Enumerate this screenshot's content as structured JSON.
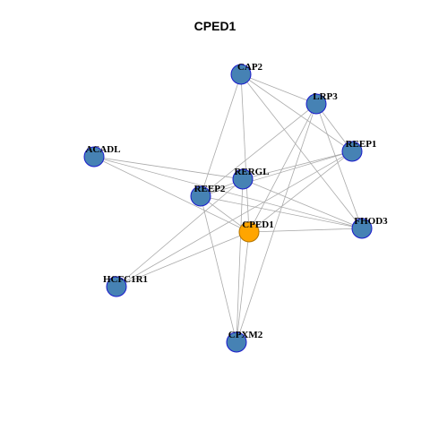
{
  "title": "CPED1",
  "colors": {
    "node_fill": "#4682B4",
    "node_stroke": "#1a1acc",
    "highlight_fill": "#FFA500",
    "highlight_stroke": "#b37400",
    "edge": "#aaaaaa"
  },
  "nodes": [
    {
      "id": "CAP2",
      "label": "CAP2",
      "highlight": false
    },
    {
      "id": "LRP3",
      "label": "LRP3",
      "highlight": false
    },
    {
      "id": "REEP1",
      "label": "REEP1",
      "highlight": false
    },
    {
      "id": "ACADL",
      "label": "ACADL",
      "highlight": false
    },
    {
      "id": "RERGL",
      "label": "RERGL",
      "highlight": false
    },
    {
      "id": "REEP2",
      "label": "REEP2",
      "highlight": false
    },
    {
      "id": "CPED1",
      "label": "CPED1",
      "highlight": true
    },
    {
      "id": "FHOD3",
      "label": "FHOD3",
      "highlight": false
    },
    {
      "id": "HCFC1R1",
      "label": "HCFC1R1",
      "highlight": false
    },
    {
      "id": "CPXM2",
      "label": "CPXM2",
      "highlight": false
    }
  ],
  "edges": [
    [
      "CAP2",
      "LRP3"
    ],
    [
      "CAP2",
      "REEP1"
    ],
    [
      "CAP2",
      "REEP2"
    ],
    [
      "CAP2",
      "CPED1"
    ],
    [
      "CAP2",
      "FHOD3"
    ],
    [
      "LRP3",
      "REEP2"
    ],
    [
      "LRP3",
      "CPED1"
    ],
    [
      "LRP3",
      "FHOD3"
    ],
    [
      "LRP3",
      "CPXM2"
    ],
    [
      "LRP3",
      "REEP1"
    ],
    [
      "REEP1",
      "RERGL"
    ],
    [
      "REEP1",
      "REEP2"
    ],
    [
      "REEP1",
      "CPED1"
    ],
    [
      "REEP1",
      "HCFC1R1"
    ],
    [
      "ACADL",
      "RERGL"
    ],
    [
      "ACADL",
      "CPED1"
    ],
    [
      "ACADL",
      "FHOD3"
    ],
    [
      "RERGL",
      "REEP2"
    ],
    [
      "RERGL",
      "CPXM2"
    ],
    [
      "RERGL",
      "FHOD3"
    ],
    [
      "RERGL",
      "HCFC1R1"
    ],
    [
      "REEP2",
      "CPED1"
    ],
    [
      "REEP2",
      "FHOD3"
    ],
    [
      "REEP2",
      "CPXM2"
    ],
    [
      "CPED1",
      "FHOD3"
    ],
    [
      "CPED1",
      "HCFC1R1"
    ],
    [
      "CPED1",
      "CPXM2"
    ]
  ]
}
